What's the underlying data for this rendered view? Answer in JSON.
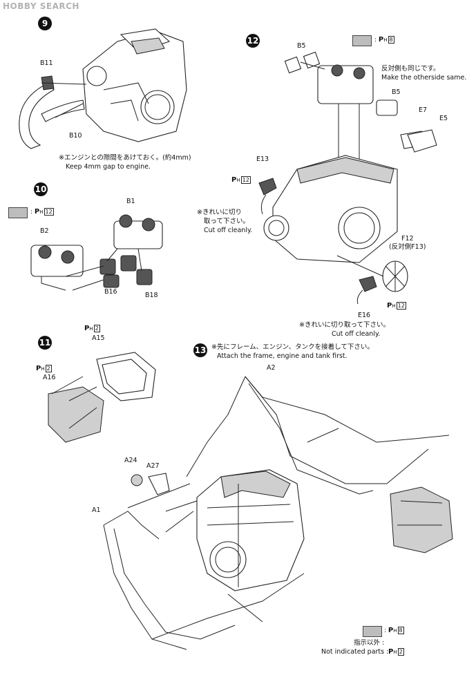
{
  "watermark": "HOBBY SEARCH",
  "steps": {
    "s9": {
      "number": "9",
      "labels": {
        "b11": "B11",
        "b10": "B10"
      },
      "note_jp": "※エンジンとの隙間をあけておく。(約4mm)",
      "note_en": "Keep 4mm gap to engine."
    },
    "s10": {
      "number": "10",
      "colour_code": "12",
      "labels": {
        "b1": "B1",
        "b2": "B2",
        "b16": "B16",
        "b18": "B18"
      }
    },
    "s11": {
      "number": "11",
      "a15_code": "2",
      "a16_code": "2",
      "labels": {
        "a15": "A15",
        "a16": "A16"
      }
    },
    "s12": {
      "number": "12",
      "colour_code": "8",
      "labels": {
        "b5a": "B5",
        "b5b": "B5",
        "e7": "E7",
        "e5": "E5",
        "e13": "E13",
        "f12": "F12",
        "e16": "E16"
      },
      "e13_code": "12",
      "e16_code": "12",
      "same_jp": "反対側も同じです。",
      "same_en": "Make the otherside same.",
      "cut_jp_1": "※きれいに切り",
      "cut_jp_2": "取って下さい。",
      "cut_en": "Cut off cleanly.",
      "f13_note": "(反対側F13)",
      "cut2_jp": "※きれいに切り取って下さい。",
      "cut2_en": "Cut off cleanly."
    },
    "s13": {
      "number": "13",
      "note_jp": "※先にフレーム、エンジン、タンクを接着して下さい。",
      "note_en": "Attach the frame, engine and tank first.",
      "labels": {
        "a2": "A2",
        "a24": "A24",
        "a27": "A27",
        "a1": "A1"
      }
    }
  },
  "legend": {
    "swatch_code": "8",
    "default_jp": "指示以外 :",
    "default_en": "Not indicated parts :",
    "default_code": "2"
  },
  "ph_prefix": "P",
  "ph_sub": "H",
  "swatch_color": "#bdbdbd"
}
